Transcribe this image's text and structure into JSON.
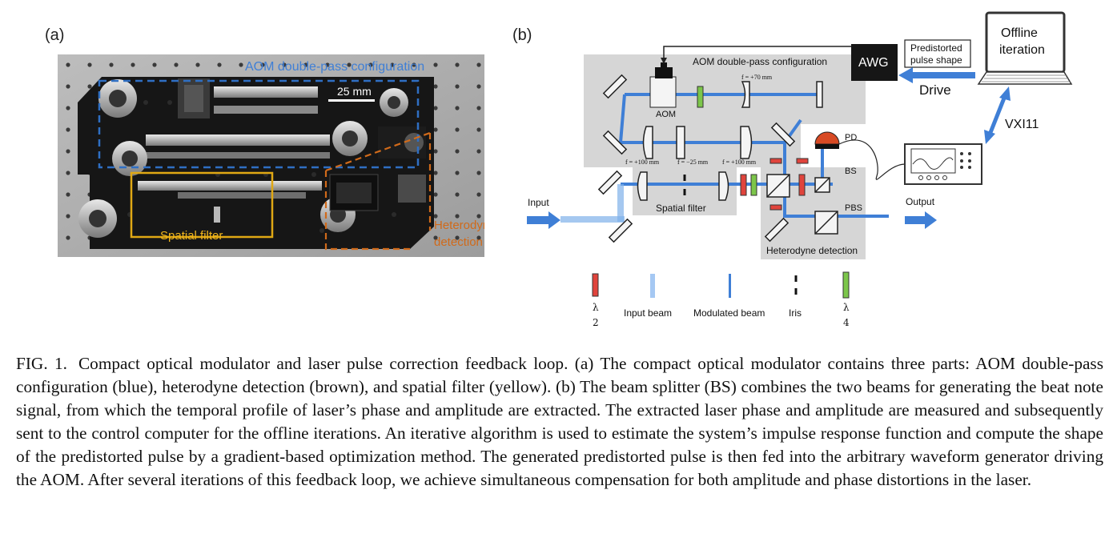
{
  "panel_a": {
    "label": "(a)",
    "aom_label": "AOM double-pass configuration",
    "scale_label": "25 mm",
    "spatial_filter_label": "Spatial filter",
    "heterodyne_label_line1": "Heterodyne",
    "heterodyne_label_line2": "detection",
    "colors": {
      "blue": "#2f6fc3",
      "yellow": "#e0a814",
      "brown": "#d06a1a"
    }
  },
  "panel_b": {
    "label": "(b)",
    "aom_config_title": "AOM double-pass configuration",
    "lens_f70": "f = +70 mm",
    "aom_label": "AOM",
    "lens_f100_left": "f = +100 mm",
    "lens_f25": "f = −25 mm",
    "lens_f100_right": "f = +100 mm",
    "spatial_filter": "Spatial filter",
    "heterodyne_detection": "Heterodyne detection",
    "pd": "PD",
    "bs": "BS",
    "pbs": "PBS",
    "input": "Input",
    "output": "Output",
    "awg": "AWG",
    "predistorted_line1": "Predistorted",
    "predistorted_line2": "pulse shape",
    "drive": "Drive",
    "offline_line1": "Offline",
    "offline_line2": "iteration",
    "vxi": "VXI11",
    "legend": {
      "half_wave_top": "λ",
      "half_wave_bottom": "2",
      "input_beam": "Input beam",
      "modulated_beam": "Modulated beam",
      "iris": "Iris",
      "quarter_wave_top": "λ",
      "quarter_wave_bottom": "4"
    },
    "colors": {
      "beam": "#3f7fd6",
      "half_wave": "#e0443c",
      "quarter_wave": "#7cc64a",
      "box_gray": "#d6d6d6"
    }
  },
  "caption": {
    "fig_label": "FIG. 1.",
    "text": "Compact optical modulator and laser pulse correction feedback loop. (a) The compact optical modulator contains three parts: AOM double-pass configuration (blue), heterodyne detection (brown), and spatial filter (yellow). (b) The beam splitter (BS) combines the two beams for generating the beat note signal, from which the temporal profile of laser’s phase and amplitude are extracted. The extracted laser phase and amplitude are measured and subsequently sent to the control computer for the offline iterations. An iterative algorithm is used to estimate the system’s impulse response function and compute the shape of the predistorted pulse by a gradient-based optimization method. The generated predistorted pulse is then fed into the arbitrary waveform generator driving the AOM. After several iterations of this feedback loop, we achieve simultaneous compensation for both amplitude and phase distortions in the laser."
  }
}
